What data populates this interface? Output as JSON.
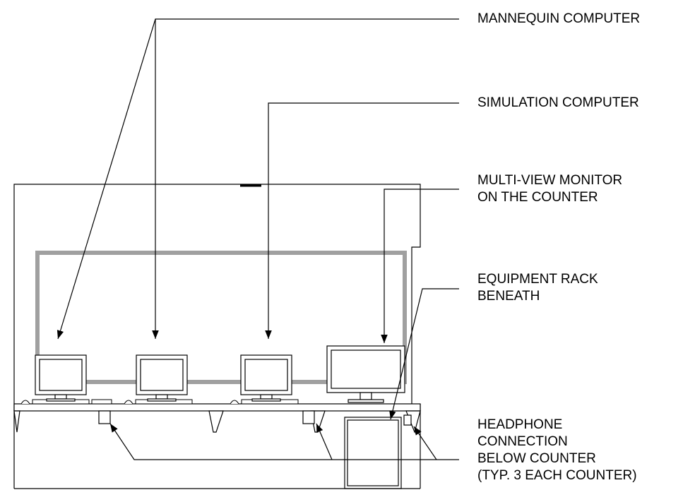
{
  "callouts": {
    "mannequin_computer": {
      "lines": [
        "MANNEQUIN COMPUTER"
      ]
    },
    "simulation_computer": {
      "lines": [
        "SIMULATION COMPUTER"
      ]
    },
    "multi_view_monitor": {
      "lines": [
        "MULTI-VIEW MONITOR",
        "ON THE COUNTER"
      ]
    },
    "equipment_rack": {
      "lines": [
        "EQUIPMENT RACK",
        "BENEATH"
      ]
    },
    "headphone_connection": {
      "lines": [
        "HEADPHONE",
        "CONNECTION",
        "BELOW COUNTER",
        "(TYP. 3 EACH COUNTER)"
      ]
    }
  },
  "colors": {
    "line": "#000000",
    "window_frame": "#a0a0a0",
    "background": "#ffffff"
  }
}
